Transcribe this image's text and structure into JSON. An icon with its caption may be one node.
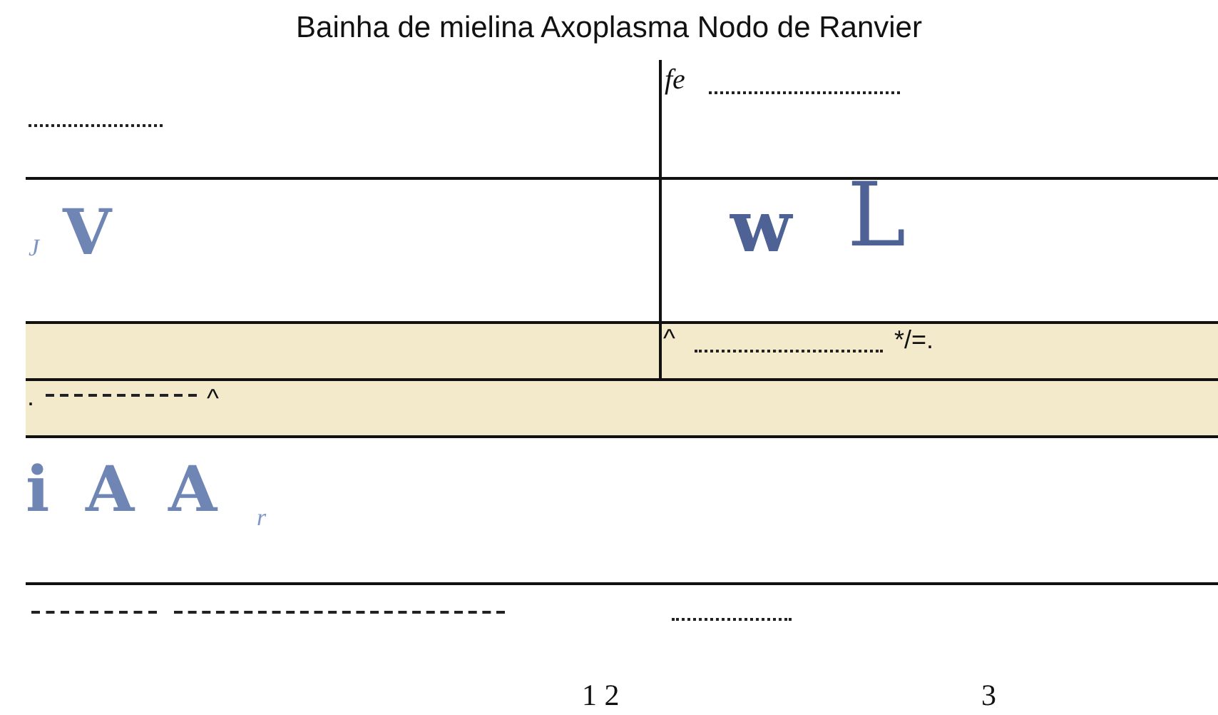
{
  "diagram": {
    "title": "Bainha de mielina Axoplasma Nodo de Ranvier",
    "labels": [
      "fe",
      "J",
      "V",
      "w",
      "L",
      "^",
      "*/=.",
      ".",
      "^",
      "i",
      "A",
      "A",
      "r",
      "1 2",
      "3"
    ]
  }
}
